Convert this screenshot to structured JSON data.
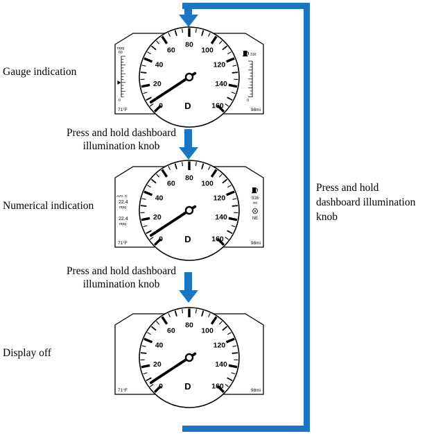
{
  "diagram": {
    "arrow_color": "#1a76c2",
    "states": [
      {
        "label": "Gauge indication"
      },
      {
        "label": "Numerical indication"
      },
      {
        "label": "Display off"
      }
    ],
    "transitions": {
      "t1": [
        "Press and hold dashboard",
        "illumination knob"
      ],
      "t2": [
        "Press and hold dashboard",
        "illumination knob"
      ],
      "loop": [
        "Press and hold",
        "dashboard illumination",
        "knob"
      ]
    }
  },
  "gauge": {
    "dial_labels": [
      "0",
      "20",
      "40",
      "60",
      "80",
      "100",
      "120",
      "140",
      "160"
    ],
    "min": 0,
    "max": 160,
    "needle_value": 7,
    "gear_indicator": "D",
    "temperature": "71°F",
    "odometer": "98mi",
    "side_gauges": {
      "left_title": "mpg",
      "left_top": "60",
      "left_bottom": "0",
      "right_value": "316",
      "right_bottom": "0"
    },
    "numeric_display": {
      "avg_label": "AVG Ⓐ",
      "avg_value": "22.4",
      "avg_unit": "mpg",
      "inst_value": "22.4",
      "inst_unit": "mpg",
      "range_value": "316",
      "range_unit": "mi",
      "compass": "NE"
    }
  }
}
